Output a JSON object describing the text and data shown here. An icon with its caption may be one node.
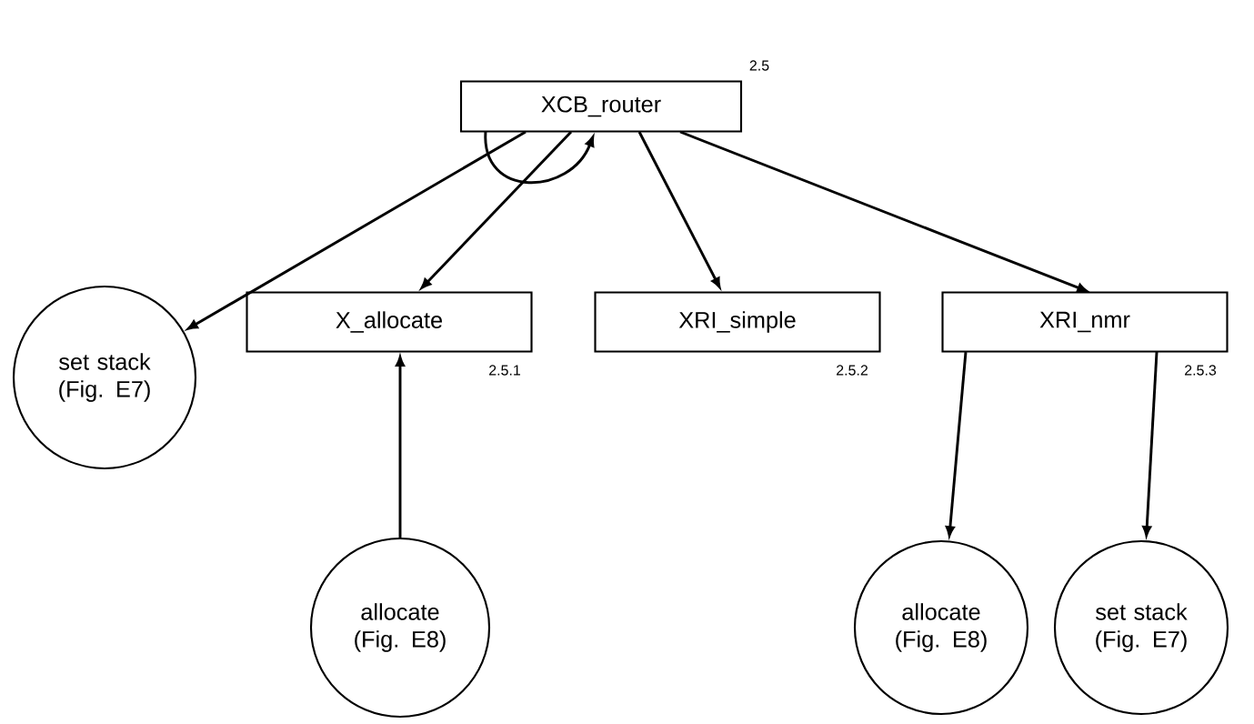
{
  "diagram": {
    "nodes": [
      {
        "text": [
          "XCB_router"
        ],
        "beside": [
          "2.5"
        ]
      },
      {
        "text": [
          "set stack (Fig. E7)"
        ]
      },
      {
        "text": [
          "X_allocate"
        ],
        "beside": [
          "2.5.1"
        ]
      },
      {
        "text": [
          "XRI_simple"
        ],
        "beside": [
          "2.5.2"
        ]
      },
      {
        "text": [
          "XRI_nmr"
        ],
        "beside": [
          "2.5.3"
        ]
      },
      {
        "text": [
          "allocate (Fig. E8)"
        ]
      },
      {
        "text": [
          "allocate (Fig. E8)"
        ]
      },
      {
        "text": [
          "set stack (Fig. E7)"
        ]
      }
    ],
    "edges": [
      {
        "from": 0,
        "to": 0,
        "arrow": "to"
      },
      {
        "from": 0,
        "to": 1,
        "arrow": "to"
      },
      {
        "from": 0,
        "to": 2,
        "arrow": "to"
      },
      {
        "from": 0,
        "to": 3,
        "arrow": "to"
      },
      {
        "from": 0,
        "to": 4,
        "arrow": "to"
      },
      {
        "from": 5,
        "to": 2,
        "arrow": "to"
      },
      {
        "from": 4,
        "to": 6,
        "arrow": "to"
      },
      {
        "from": 4,
        "to": 7,
        "arrow": "to"
      }
    ]
  }
}
